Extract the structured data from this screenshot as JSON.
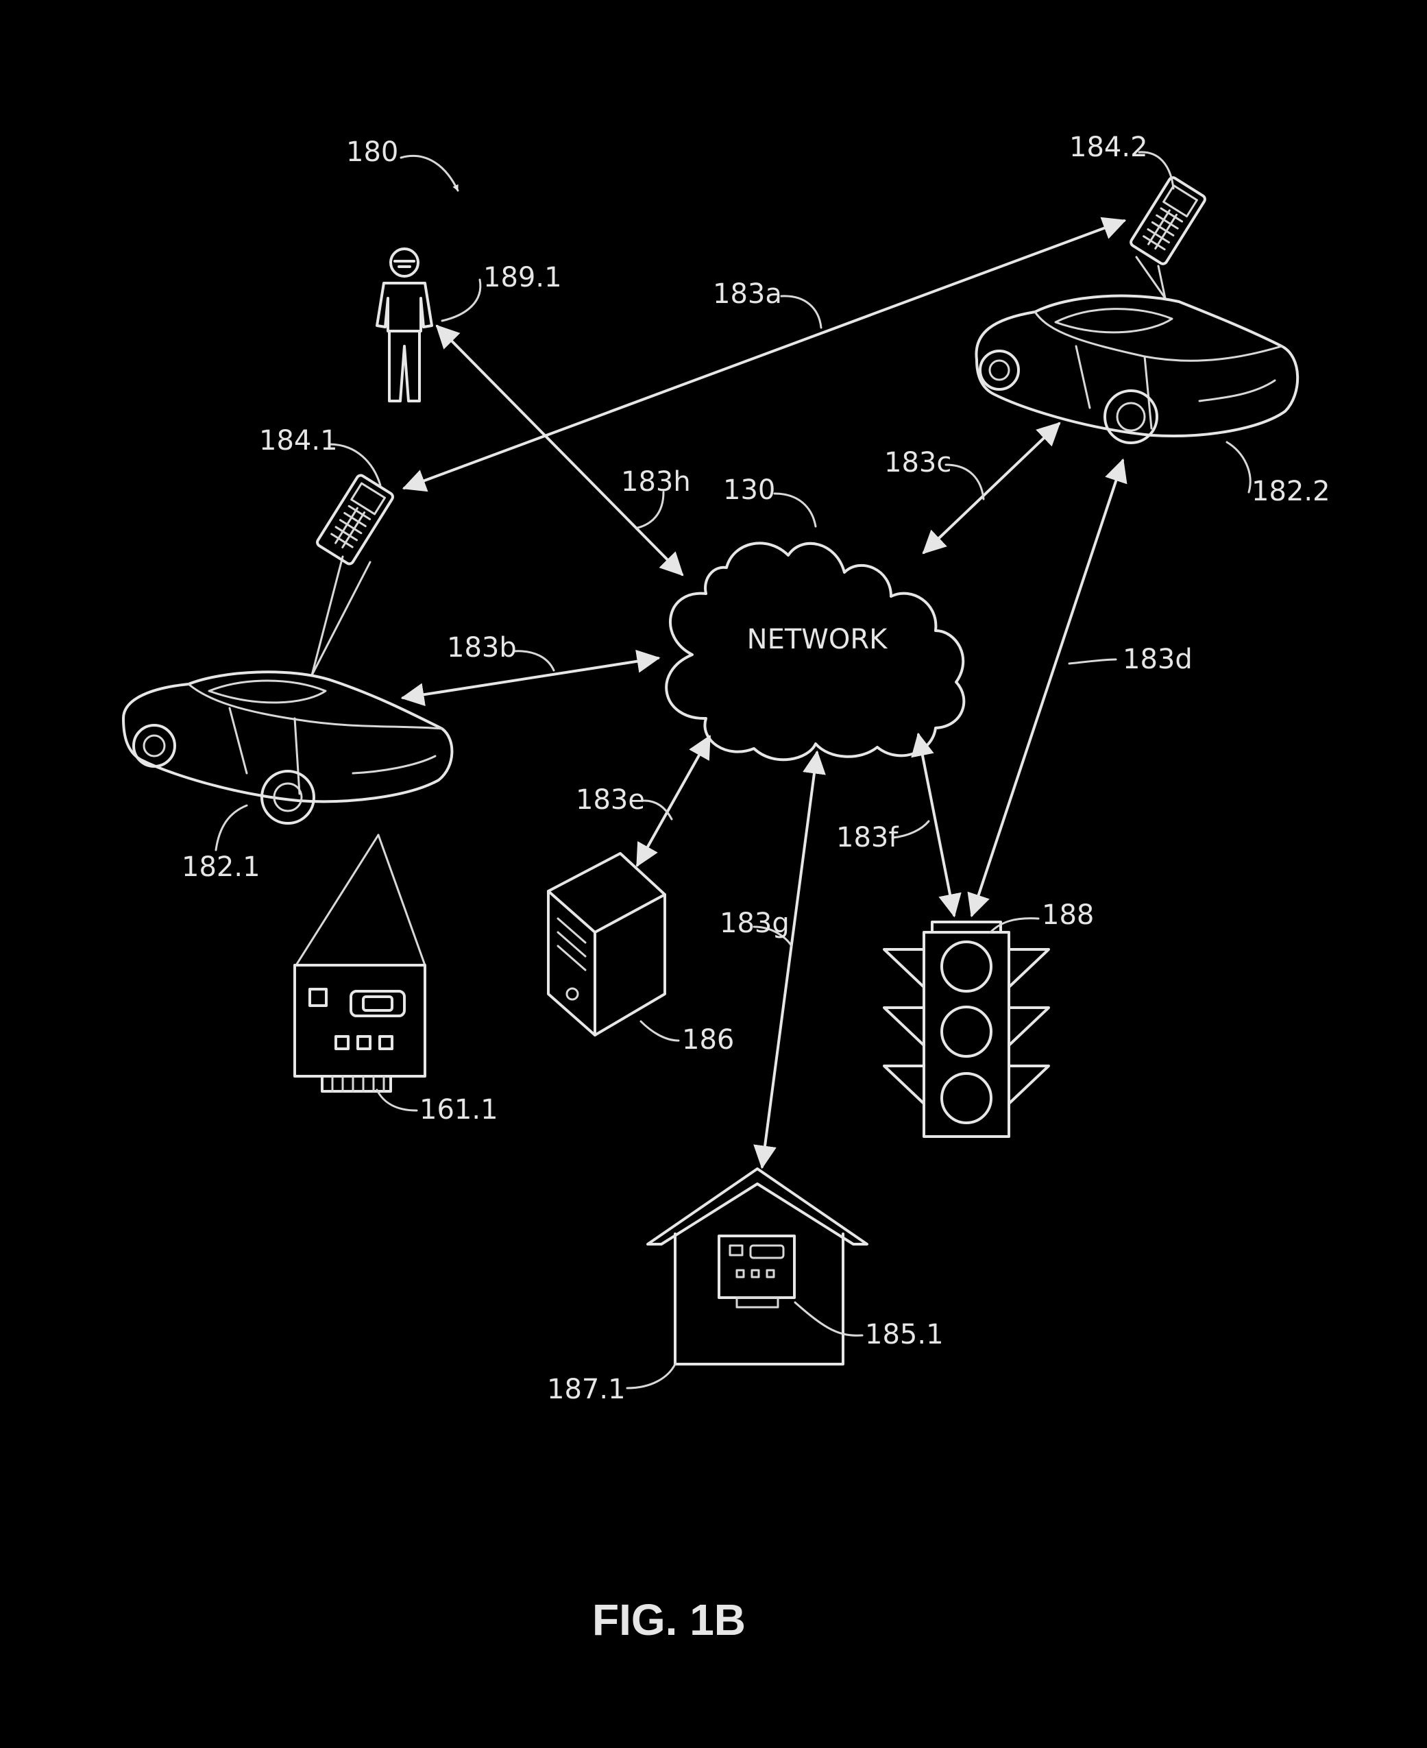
{
  "figure": {
    "caption": "FIG. 1B",
    "system_ref": "180",
    "network_label": "NETWORK",
    "network_ref": "130"
  },
  "nodes": {
    "phone_1": "184.1",
    "phone_2": "184.2",
    "person": "189.1",
    "car_1": "182.1",
    "car_2": "182.2",
    "device_1": "161.1",
    "server": "186",
    "traffic_light": "188",
    "home": "187.1",
    "home_device": "185.1"
  },
  "links": {
    "a": "183a",
    "b": "183b",
    "c": "183c",
    "d": "183d",
    "e": "183e",
    "f": "183f",
    "g": "183g",
    "h": "183h"
  },
  "icons": [
    "person-icon",
    "phone-icon",
    "car-icon",
    "cloud-icon",
    "server-icon",
    "traffic-light-icon",
    "house-icon",
    "control-unit-icon"
  ],
  "colors": {
    "background": "#000000",
    "line": "#e6e6e6"
  }
}
